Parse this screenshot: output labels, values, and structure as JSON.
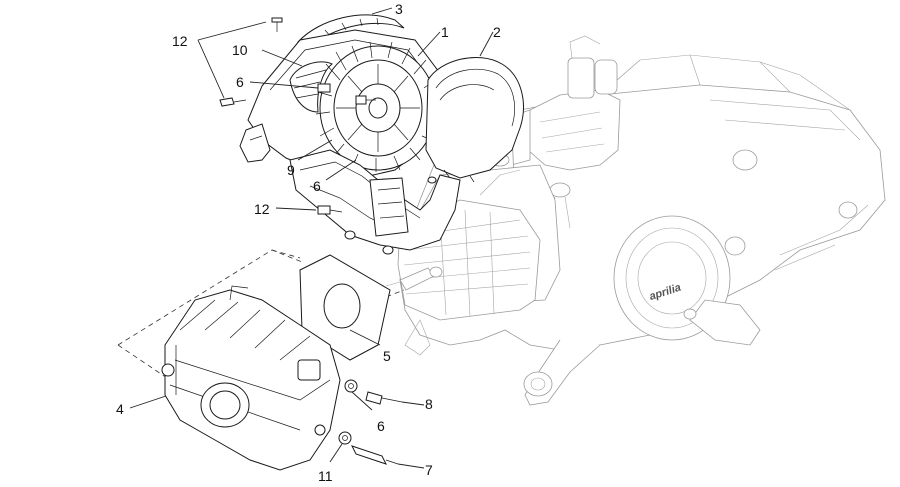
{
  "callouts": {
    "c1": "1",
    "c2": "2",
    "c3": "3",
    "c4": "4",
    "c5": "5",
    "c6a": "6",
    "c6b": "6",
    "c6c": "6",
    "c7": "7",
    "c8": "8",
    "c9": "9",
    "c10": "10",
    "c11": "11",
    "c12a": "12",
    "c12b": "12"
  },
  "logo": "aprilia"
}
